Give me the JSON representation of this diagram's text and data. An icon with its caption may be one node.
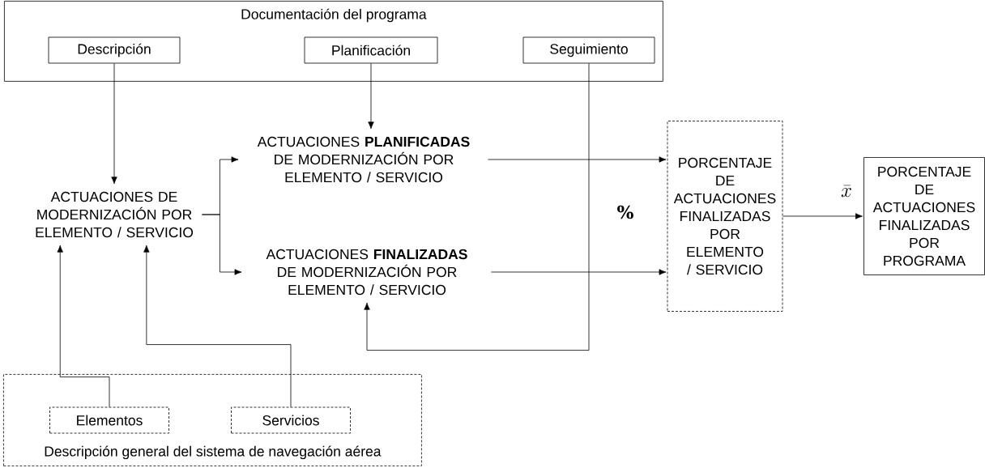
{
  "diagram": {
    "nodes": [
      {
        "text": [
          "Documentación del programa"
        ]
      },
      {
        "text": [
          "Descripción"
        ],
        "in": 0
      },
      {
        "text": [
          "Planificación"
        ],
        "in": 0
      },
      {
        "text": [
          "Seguimiento"
        ],
        "in": 0
      },
      {
        "text": [
          "ACTUACIONES DE MODERNIZACIÓN POR ELEMENTO / SERVICIO"
        ]
      },
      {
        "text": [
          "ACTUACIONES **PLANIFICADAS** DE MODERNIZACIÓN POR ELEMENTO / SERVICIO"
        ]
      },
      {
        "text": [
          "ACTUACIONES **FINALIZADAS** DE MODERNIZACIÓN POR ELEMENTO / SERVICIO"
        ]
      },
      {
        "text": [
          "PORCENTAJE DE ACTUACIONES FINALIZADAS POR ELEMENTO / SERVICIO"
        ]
      },
      {
        "text": [
          "PORCENTAJE DE ACTUACIONES FINALIZADAS POR PROGRAMA"
        ]
      },
      {
        "text": [
          "Descripción general del sistema de navegación aérea"
        ]
      },
      {
        "text": [
          "Elementos"
        ],
        "in": 9
      },
      {
        "text": [
          "Servicios"
        ],
        "in": 9
      }
    ],
    "edges": [
      {
        "from": 1,
        "to": 4,
        "arrow": "to"
      },
      {
        "from": 2,
        "to": 5,
        "arrow": "to"
      },
      {
        "from": 3,
        "to": 6,
        "arrow": "to"
      },
      {
        "from": 4,
        "to": 5,
        "arrow": "to"
      },
      {
        "from": 4,
        "to": 6,
        "arrow": "to"
      },
      {
        "from": 5,
        "to": 7,
        "arrow": "to"
      },
      {
        "from": 6,
        "to": 7,
        "arrow": "to"
      },
      {
        "from": 7,
        "to": 8,
        "arrow": "to",
        "label": "\\bar{x}"
      },
      {
        "from": 10,
        "to": 4,
        "arrow": "to"
      },
      {
        "from": 11,
        "to": 4,
        "arrow": "to"
      }
    ],
    "labels": [
      "%"
    ]
  }
}
